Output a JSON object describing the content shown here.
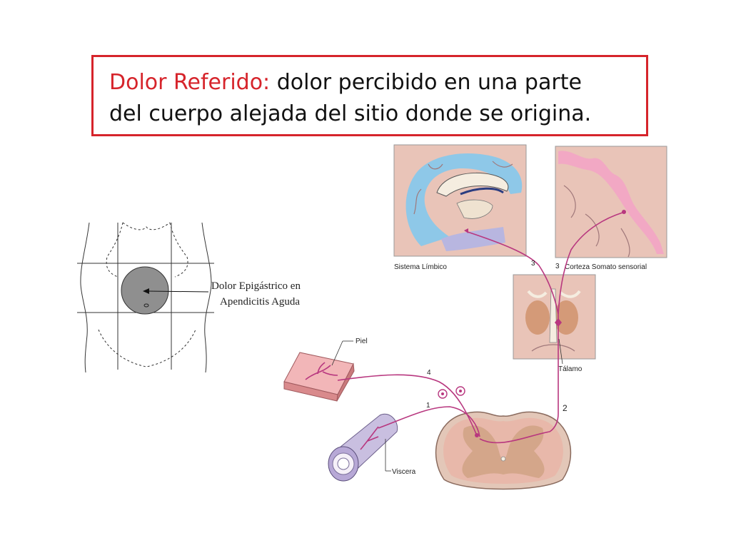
{
  "title": {
    "term": "Dolor Referido:",
    "line1_rest": " dolor percibido en una parte",
    "line2": "del cuerpo alejada del sitio donde se origina."
  },
  "torso_label": {
    "line1": "Dolor Epigástrico en",
    "line2": "Apendicitis Aguda"
  },
  "labels": {
    "limbic": "Sistema Límbico",
    "cortex": "Corteza Somato sensorial",
    "thalamus": "Tálamo",
    "skin": "Piel",
    "viscera": "Viscera"
  },
  "pathway_numbers": {
    "n1": "1",
    "n2": "2",
    "n3a": "3",
    "n3b": "3",
    "n4": "4"
  },
  "colors": {
    "title_accent": "#d6242b",
    "nerve": "#b8377f",
    "tissue": "#e8b8aa",
    "limbic": "#8ec8e8"
  }
}
